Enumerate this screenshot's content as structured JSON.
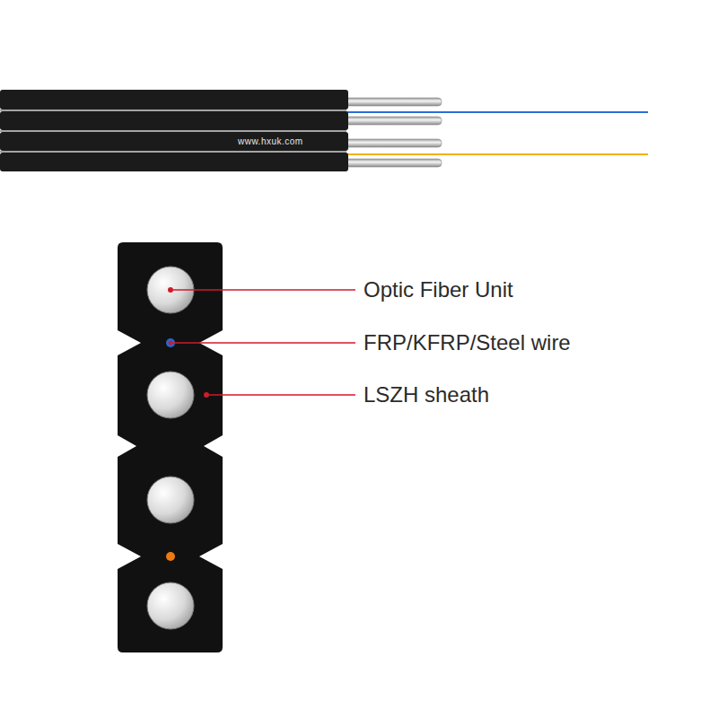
{
  "diagram": {
    "labels": [
      "www.hxuk.com",
      "Optic Fiber Unit",
      "FRP/KFRP/Steel wire",
      "LSZH sheath"
    ]
  }
}
